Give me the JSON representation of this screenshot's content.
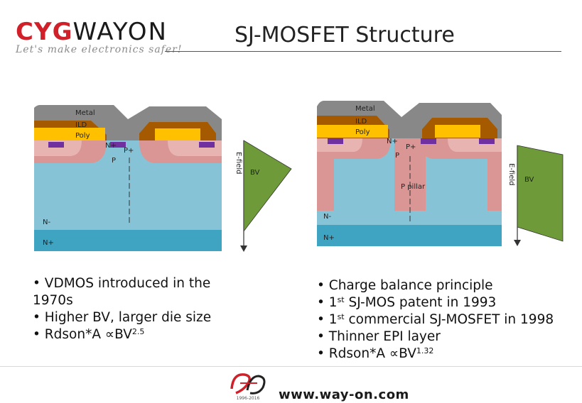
{
  "header": {
    "logo_brand_red": "CYG",
    "logo_brand_dark": "WAYON",
    "logo_tagline": "Let's make electronics safer!",
    "title": "SJ-MOSFET Structure"
  },
  "left_diagram": {
    "labels": {
      "metal": "Metal",
      "ild": "ILD",
      "poly": "Poly",
      "n_plus_source": "N+",
      "p_plus": "P+",
      "p_body": "P",
      "n_minus": "N-",
      "n_plus_substrate": "N+",
      "efield": "E-field",
      "bv": "BV"
    }
  },
  "right_diagram": {
    "labels": {
      "metal": "Metal",
      "ild": "ILD",
      "poly": "Poly",
      "n_plus_source": "N+",
      "p_plus": "P+",
      "p_body": "P",
      "p_pillar": "P pillar",
      "n_minus": "N-",
      "n_plus_substrate": "N+",
      "efield": "E-field",
      "bv": "BV"
    }
  },
  "bullets_left": [
    {
      "text": "• VDMOS introduced in the"
    },
    {
      "text": "1970s"
    },
    {
      "text": "• Higher BV, larger die size"
    },
    {
      "prefix": "• Rdson*A ∝BV",
      "sup": "2.5"
    }
  ],
  "bullets_right": [
    {
      "text": "• Charge balance principle"
    },
    {
      "prefix": "• 1",
      "sup": "st",
      "suffix": " SJ-MOS patent  in 1993"
    },
    {
      "prefix": "• 1",
      "sup": "st",
      "suffix": " commercial SJ-MOSFET in 1998"
    },
    {
      "text": "• Thinner  EPI layer"
    },
    {
      "prefix": "• Rdson*A ∝BV",
      "sup": "1.32"
    }
  ],
  "footer": {
    "url": "www.way-on.com",
    "emblem_text": "1996-2016"
  },
  "colors": {
    "metal": "#888888",
    "ild": "#a65a00",
    "poly": "#ffc000",
    "contact": "#7030a0",
    "p_region": "#d99694",
    "n_minus": "#87c3d6",
    "n_plus": "#3fa3c2",
    "efield": "#6e9a3a",
    "brand_red": "#d0202a"
  }
}
